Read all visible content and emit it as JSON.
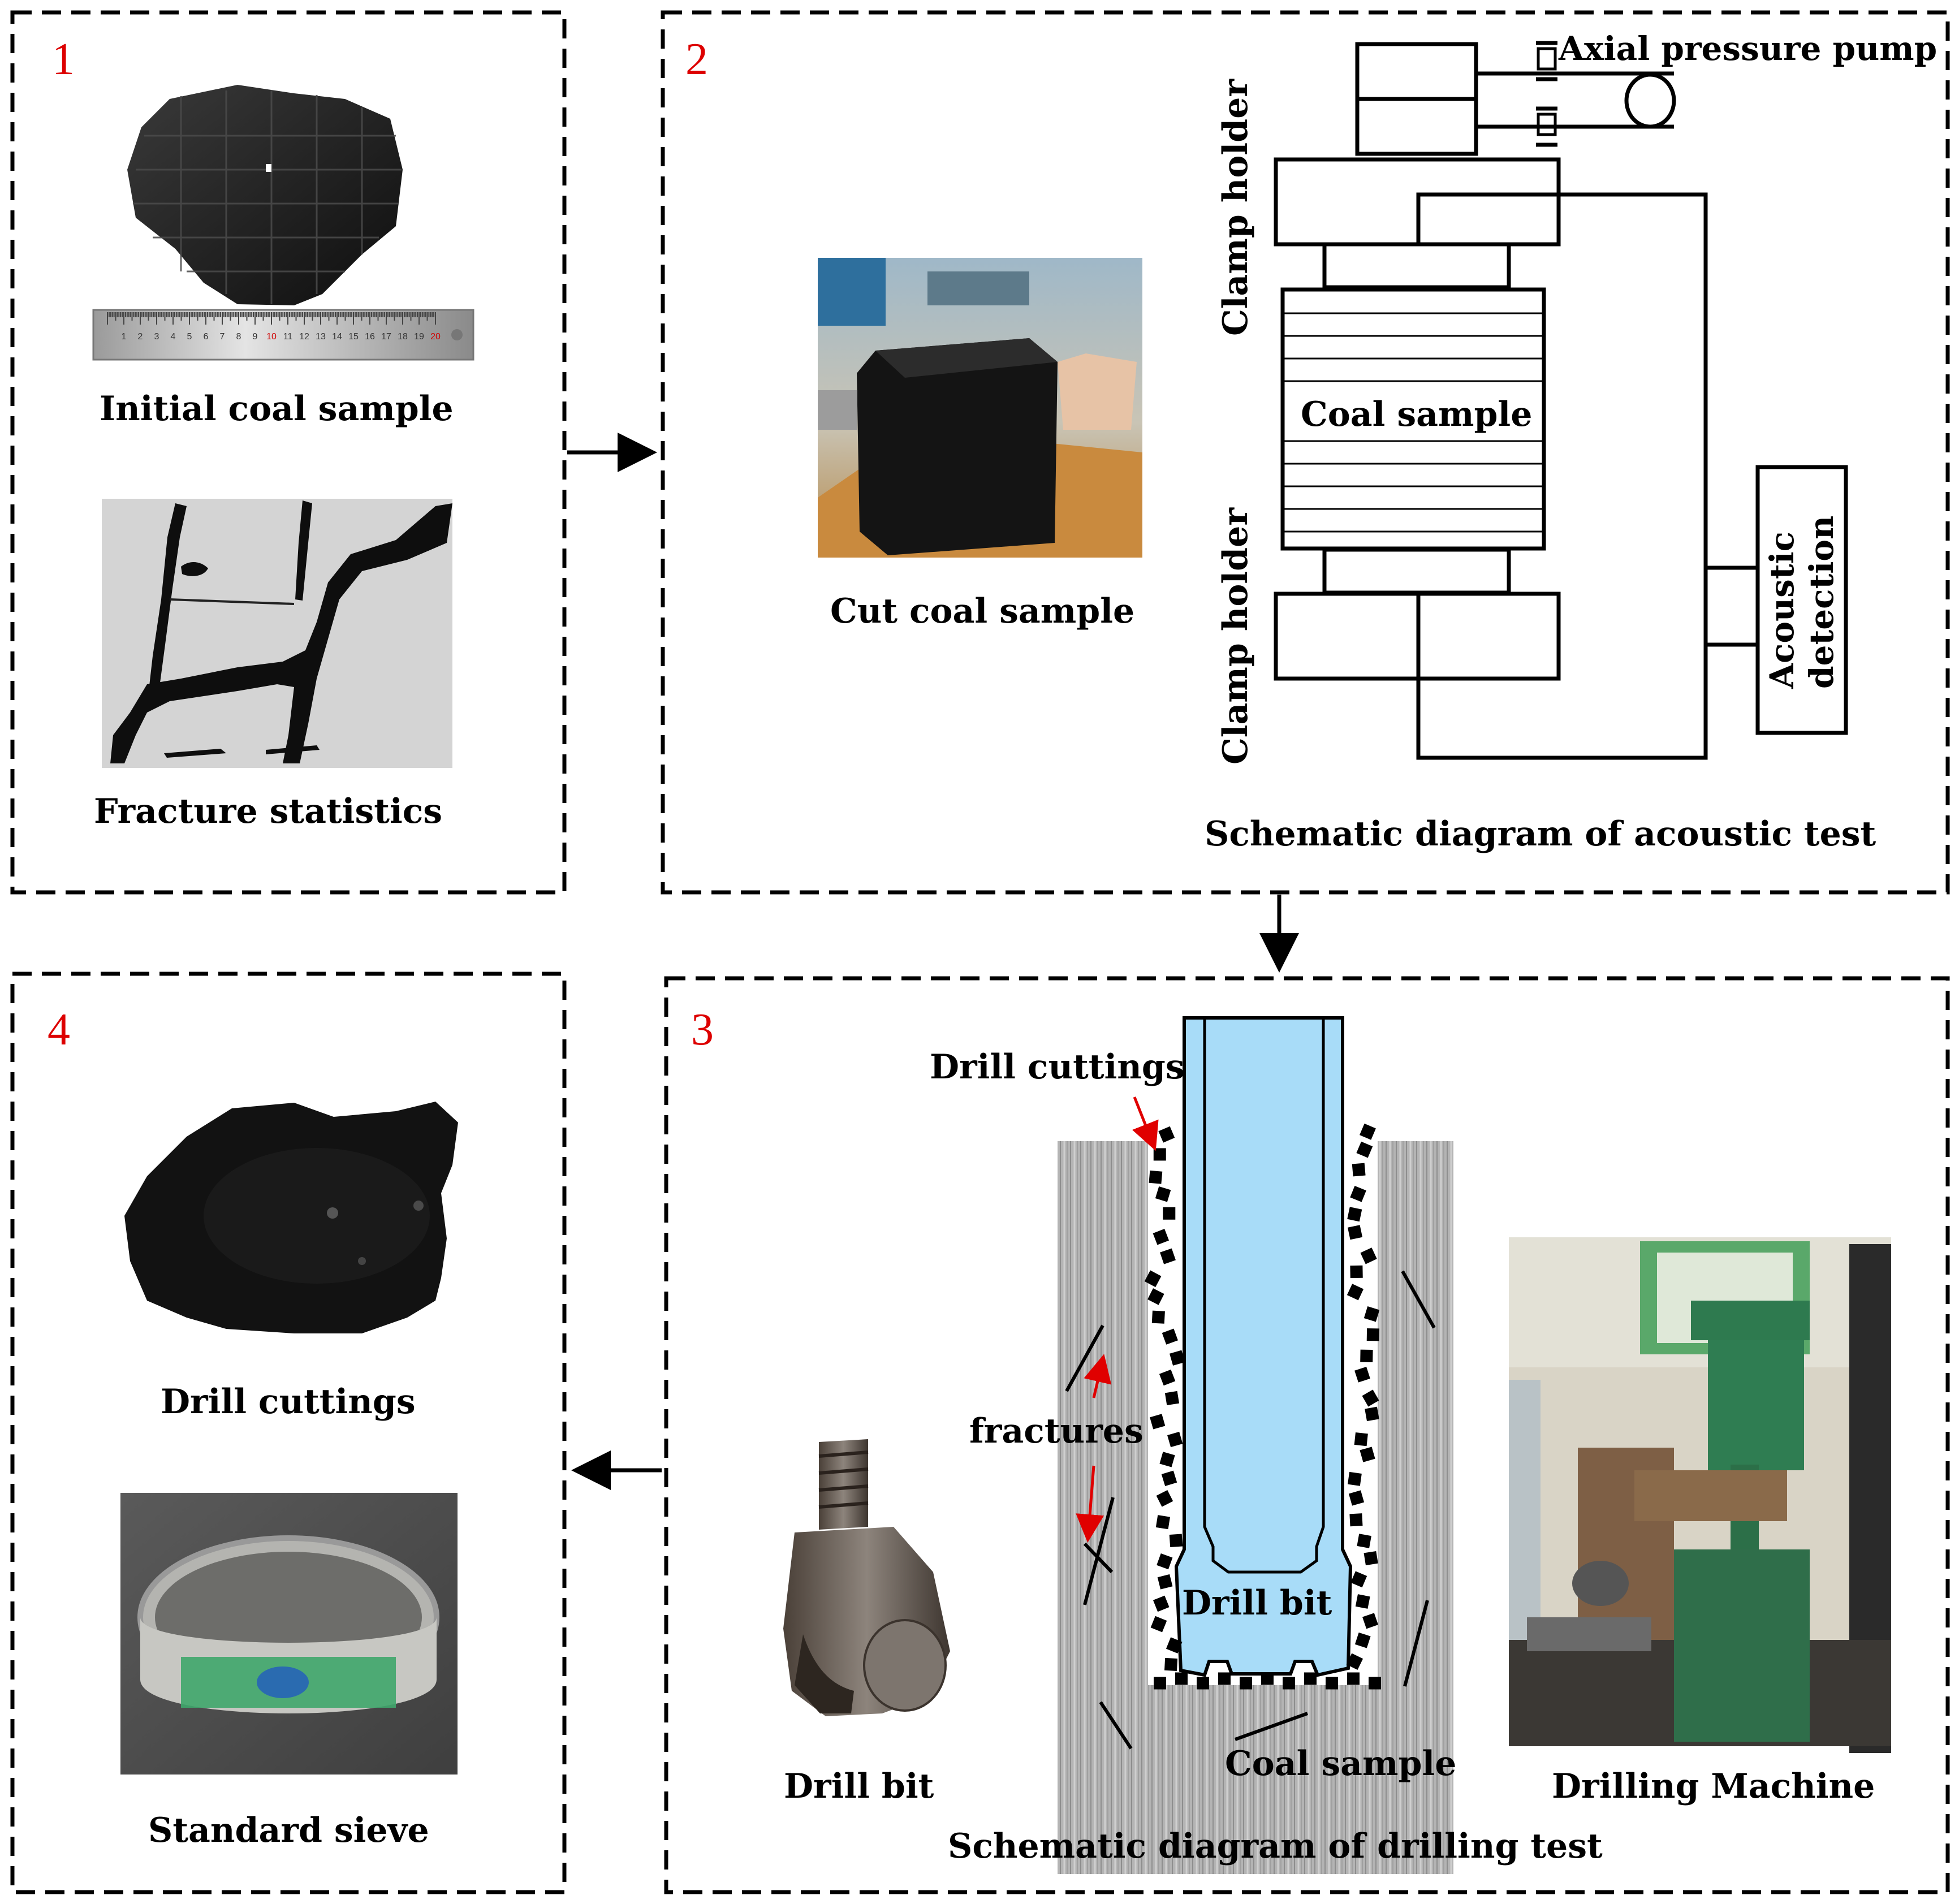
{
  "panels": [
    {
      "number": "1",
      "captions": [
        "Initial coal sample",
        "Fracture statistics"
      ]
    },
    {
      "number": "2",
      "captions": [
        "Cut coal sample",
        "Schematic diagram of acoustic test"
      ]
    },
    {
      "number": "3",
      "captions": [
        "Drill bit",
        "Schematic diagram of drilling test",
        "Drilling Machine"
      ]
    },
    {
      "number": "4",
      "captions": [
        "Drill cuttings",
        "Standard sieve"
      ]
    }
  ],
  "acoustic_diagram": {
    "pump_label": "Axial pressure pump",
    "clamp_top_label": "Clamp holder",
    "clamp_bottom_label": "Clamp holder",
    "sample_label": "Coal sample",
    "detector_label": "Acoustic detection"
  },
  "drilling_diagram": {
    "cuttings_label": "Drill cuttings",
    "fractures_label": "fractures",
    "bit_label": "Drill bit",
    "sample_label": "Coal sample"
  },
  "ruler_ticks": [
    "1",
    "2",
    "3",
    "4",
    "5",
    "6",
    "7",
    "8",
    "9",
    "10",
    "11",
    "12",
    "13",
    "14",
    "15",
    "16",
    "17",
    "18",
    "19",
    "20"
  ],
  "colors": {
    "label_number": "#dd0000",
    "drill_rod": "#a8dcf8",
    "coal": "#1c1c1c",
    "rock_grey": "#a8a8a8",
    "arrow_red": "#e00000"
  }
}
